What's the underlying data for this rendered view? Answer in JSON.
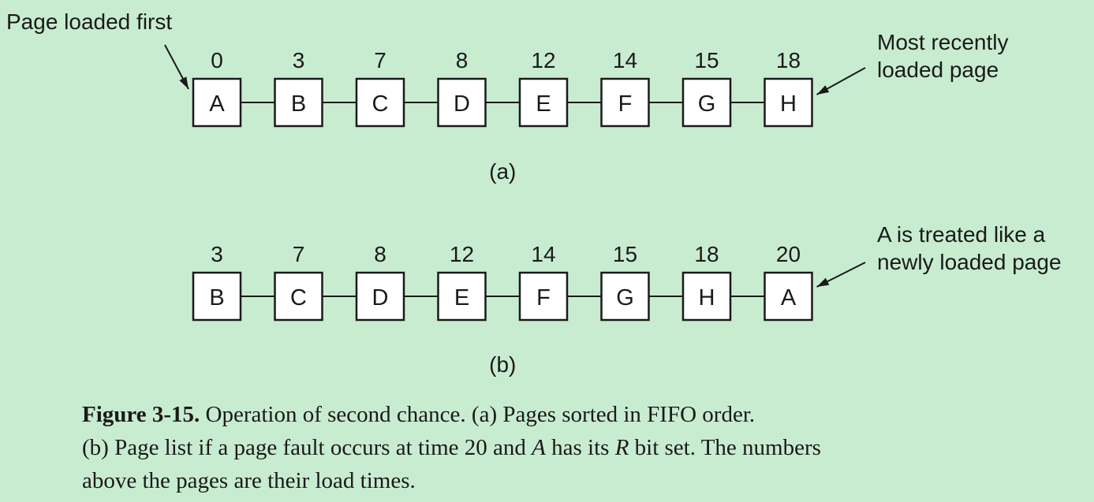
{
  "colors": {
    "background": "#c8ecd0",
    "box_fill": "#ffffff",
    "stroke": "#1a1a1a"
  },
  "list_a": {
    "label": "(a)",
    "pages": [
      {
        "name": "A",
        "time": "0"
      },
      {
        "name": "B",
        "time": "3"
      },
      {
        "name": "C",
        "time": "7"
      },
      {
        "name": "D",
        "time": "8"
      },
      {
        "name": "E",
        "time": "12"
      },
      {
        "name": "F",
        "time": "14"
      },
      {
        "name": "G",
        "time": "15"
      },
      {
        "name": "H",
        "time": "18"
      }
    ],
    "left_annotation": [
      "Page loaded first"
    ],
    "right_annotation": [
      "Most recently",
      "loaded page"
    ]
  },
  "list_b": {
    "label": "(b)",
    "pages": [
      {
        "name": "B",
        "time": "3"
      },
      {
        "name": "C",
        "time": "7"
      },
      {
        "name": "D",
        "time": "8"
      },
      {
        "name": "E",
        "time": "12"
      },
      {
        "name": "F",
        "time": "14"
      },
      {
        "name": "G",
        "time": "15"
      },
      {
        "name": "H",
        "time": "18"
      },
      {
        "name": "A",
        "time": "20"
      }
    ],
    "right_annotation": [
      "A is treated like a",
      "newly loaded page"
    ]
  },
  "caption": {
    "figure_label": "Figure 3-15.",
    "seg1": " Operation of second chance.  (a) Pages sorted in FIFO order.",
    "seg2": "(b) Page list if a page fault occurs at time 20 and ",
    "var_a": "A",
    "seg3": " has its ",
    "var_r": "R",
    "seg4": " bit set. The numbers",
    "seg5": "above the pages are their load times."
  }
}
